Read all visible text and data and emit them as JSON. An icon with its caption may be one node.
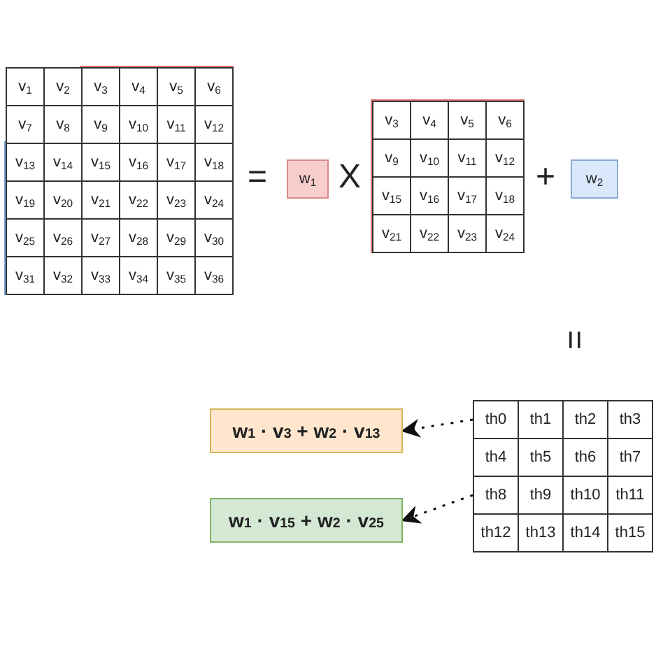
{
  "diagram": {
    "nodes": [
      {
        "text": [
          "w$_{1}$"
        ]
      },
      {
        "text": [
          "w$_{2}$"
        ]
      },
      {
        "text": [
          "w$_{1}$ · v$_{3}$ + w$_{2}$ · v$_{13}$"
        ]
      },
      {
        "text": [
          "w$_{1}$ · v$_{15}$ + w$_{2}$ · v$_{25}$"
        ]
      },
      {
        "text": [
          "th0"
        ]
      },
      {
        "text": [
          "th8"
        ]
      }
    ],
    "edges": [
      {
        "from": 4,
        "to": 2,
        "arrow": "to",
        "style": "dashed"
      },
      {
        "from": 5,
        "to": 3,
        "arrow": "to",
        "style": "dashed"
      }
    ],
    "labels": [
      "v$_{1}$",
      "v$_{2}$",
      "v$_{3}$",
      "v$_{4}$",
      "v$_{5}$",
      "v$_{6}$",
      "v$_{7}$",
      "v$_{8}$",
      "v$_{9}$",
      "v$_{10}$",
      "v$_{11}$",
      "v$_{12}$",
      "v$_{13}$",
      "v$_{14}$",
      "v$_{15}$",
      "v$_{16}$",
      "v$_{17}$",
      "v$_{18}$",
      "v$_{19}$",
      "v$_{20}$",
      "v$_{21}$",
      "v$_{22}$",
      "v$_{23}$",
      "v$_{24}$",
      "v$_{25}$",
      "v$_{26}$",
      "v$_{27}$",
      "v$_{28}$",
      "v$_{29}$",
      "v$_{30}$",
      "v$_{31}$",
      "v$_{32}$",
      "v$_{33}$",
      "v$_{34}$",
      "v$_{35}$",
      "v$_{36}$",
      "=",
      "X",
      "v$_{3}$",
      "v$_{4}$",
      "v$_{5}$",
      "v$_{6}$",
      "v$_{9}$",
      "v$_{10}$",
      "v$_{11}$",
      "v$_{12}$",
      "v$_{15}$",
      "v$_{16}$",
      "v$_{17}$",
      "v$_{18}$",
      "v$_{21}$",
      "v$_{22}$",
      "v$_{23}$",
      "v$_{24}$",
      "+",
      "=",
      "th1",
      "th2",
      "th3",
      "th4",
      "th5",
      "th6",
      "th7",
      "th9",
      "th10",
      "th11",
      "th12",
      "th13",
      "th14",
      "th15"
    ]
  }
}
